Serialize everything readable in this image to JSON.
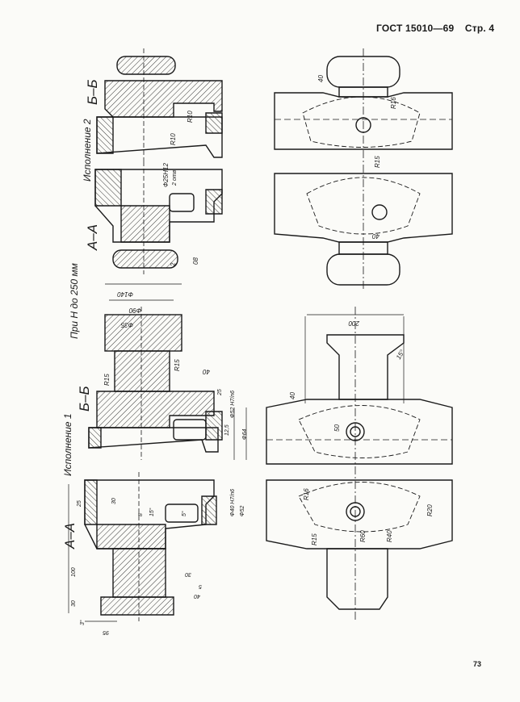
{
  "header": {
    "standard": "ГОСТ 15010—69",
    "page": "Стр. 4"
  },
  "page_number": "73",
  "variants": {
    "v1": "Исполнение 1",
    "v2": "Исполнение 2",
    "note": "При H до 250 мм"
  },
  "sections": {
    "aa": "А–А",
    "bb": "Б–Б"
  },
  "dimensions": {
    "d40": "40",
    "r16": "R16",
    "r15": "R15",
    "r10": "R10",
    "d25h": "Ф25Н12",
    "d2fit": "2 отв",
    "d2": "2",
    "d08": "08",
    "d140": "Ф140",
    "d90": "Ф90",
    "d35": "Ф35",
    "d5": "5",
    "d25": "25",
    "d52": "Ф52 H7/n6",
    "d12": "12,5",
    "d64": "Ф64",
    "d1": "1",
    "d100": "100",
    "d30": "30",
    "d3deg": "3°",
    "d95": "95",
    "d8": "8",
    "d15deg": "15°",
    "d5deg": "5°",
    "d40b": "Ф40 H7/n6",
    "d52b": "Ф52",
    "d200": "200",
    "r20": "R20",
    "r40": "R40",
    "r60": "R60",
    "d50": "50",
    "deg15": "15°"
  }
}
